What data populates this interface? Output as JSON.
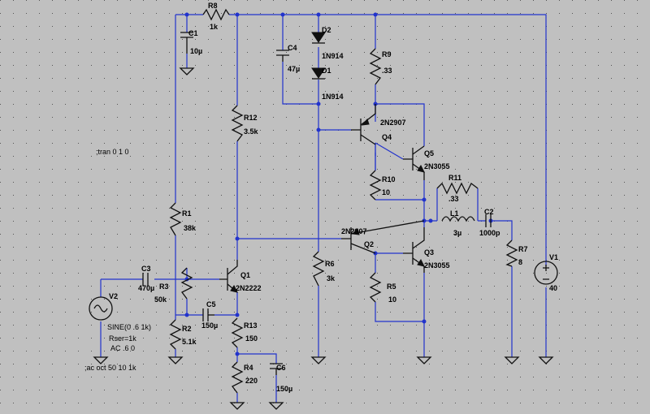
{
  "labels": {
    "r8": "R8",
    "r8v": "1k",
    "c1": "C1",
    "c1v": "10µ",
    "c4": "C4",
    "c4v": "47µ",
    "d2": "D2",
    "d2v": "1N914",
    "d1": "D1",
    "d1v": "1N914",
    "r9": "R9",
    "r9v": ".33",
    "r12": "R12",
    "r12v": "3.5k",
    "q4": "Q4",
    "q4v": "2N2907",
    "q5": "Q5",
    "q5v": "2N3055",
    "r10": "R10",
    "r10v": "10",
    "r11": "R11",
    "r11v": ".33",
    "l1": "L1",
    "l1v": "3µ",
    "c2": "C2",
    "c2v": "1000p",
    "r1": "R1",
    "r1v": "38k",
    "q2": "Q2",
    "q2v": "2N2907",
    "q3": "Q3",
    "q3v": "2N3055",
    "r7": "R7",
    "r7v": "8",
    "v1": "V1",
    "v1v": "40",
    "r6": "R6",
    "r6v": "3k",
    "c3": "C3",
    "c3v": "470µ",
    "r3": "R3",
    "r3v": "50k",
    "q1": "Q1",
    "q1v": "2N2222",
    "r5": "R5",
    "r5v": "10",
    "v2": "V2",
    "c5": "C5",
    "c5v": "150µ",
    "r2": "R2",
    "r2v": "5.1k",
    "r13": "R13",
    "r13v": "150",
    "r4": "R4",
    "r4v": "220",
    "c6": "C6",
    "c6v": "150µ"
  },
  "directives": {
    "tran": ";tran 0 1 0",
    "ac": ";ac oct 50 10 1k",
    "v2_line1": "SINE(0 .6 1k)",
    "v2_line2": "Rser=1k",
    "v2_line3": "AC .6 0"
  }
}
